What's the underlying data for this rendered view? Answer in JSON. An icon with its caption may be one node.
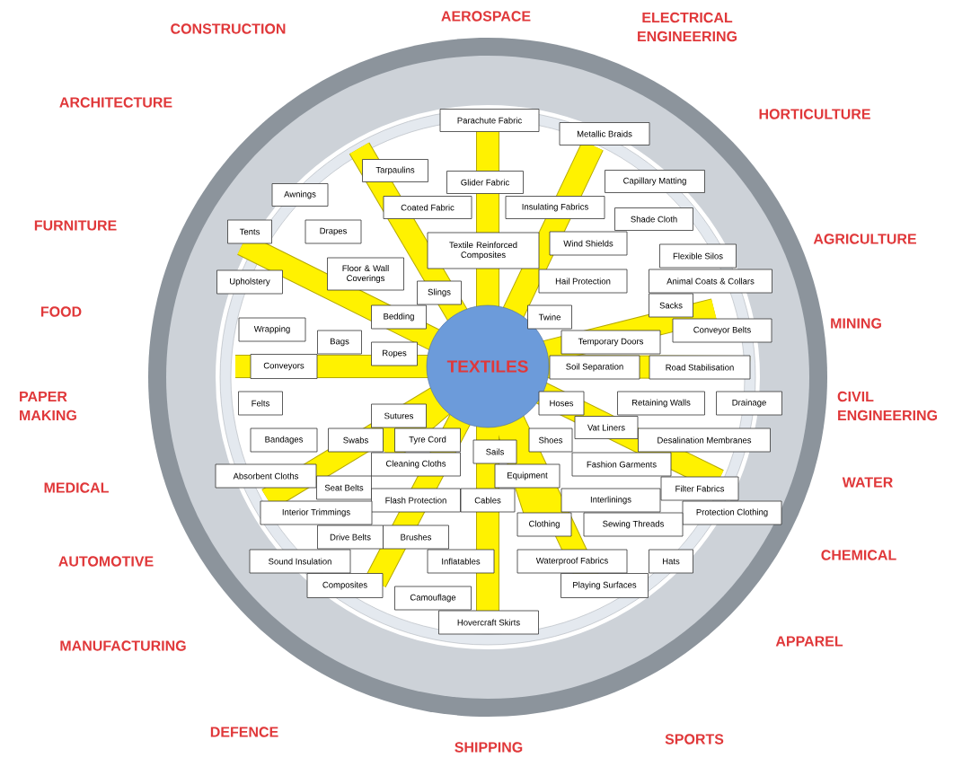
{
  "diagram": {
    "nodes": [
      {
        "text": [
          "TEXTILES"
        ]
      },
      {
        "text": [
          "Parachute Fabric"
        ]
      },
      {
        "text": [
          "Metallic Braids"
        ]
      },
      {
        "text": [
          "Tarpaulins"
        ]
      },
      {
        "text": [
          "Glider Fabric"
        ]
      },
      {
        "text": [
          "Capillary Matting"
        ]
      },
      {
        "text": [
          "Awnings"
        ]
      },
      {
        "text": [
          "Coated Fabric"
        ]
      },
      {
        "text": [
          "Insulating Fabrics"
        ]
      },
      {
        "text": [
          "Shade Cloth"
        ]
      },
      {
        "text": [
          "Tents"
        ]
      },
      {
        "text": [
          "Drapes"
        ]
      },
      {
        "text": [
          "Textile Reinforced Composites"
        ]
      },
      {
        "text": [
          "Wind Shields"
        ]
      },
      {
        "text": [
          "Flexible Silos"
        ]
      },
      {
        "text": [
          "Floor & Wall Coverings"
        ]
      },
      {
        "text": [
          "Upholstery"
        ]
      },
      {
        "text": [
          "Hail Protection"
        ]
      },
      {
        "text": [
          "Animal Coats & Collars"
        ]
      },
      {
        "text": [
          "Slings"
        ]
      },
      {
        "text": [
          "Sacks"
        ]
      },
      {
        "text": [
          "Bedding"
        ]
      },
      {
        "text": [
          "Wrapping"
        ]
      },
      {
        "text": [
          "Twine"
        ]
      },
      {
        "text": [
          "Conveyor Belts"
        ]
      },
      {
        "text": [
          "Bags"
        ]
      },
      {
        "text": [
          "Temporary Doors"
        ]
      },
      {
        "text": [
          "Ropes"
        ]
      },
      {
        "text": [
          "Conveyors"
        ]
      },
      {
        "text": [
          "Soil Separation"
        ]
      },
      {
        "text": [
          "Road Stabilisation"
        ]
      },
      {
        "text": [
          "Felts"
        ]
      },
      {
        "text": [
          "Hoses"
        ]
      },
      {
        "text": [
          "Retaining Walls"
        ]
      },
      {
        "text": [
          "Drainage"
        ]
      },
      {
        "text": [
          "Sutures"
        ]
      },
      {
        "text": [
          "Vat Liners"
        ]
      },
      {
        "text": [
          "Bandages"
        ]
      },
      {
        "text": [
          "Swabs"
        ]
      },
      {
        "text": [
          "Tyre Cord"
        ]
      },
      {
        "text": [
          "Shoes"
        ]
      },
      {
        "text": [
          "Desalination Membranes"
        ]
      },
      {
        "text": [
          "Sails"
        ]
      },
      {
        "text": [
          "Cleaning Cloths"
        ]
      },
      {
        "text": [
          "Fashion Garments"
        ]
      },
      {
        "text": [
          "Absorbent Cloths"
        ]
      },
      {
        "text": [
          "Seat Belts"
        ]
      },
      {
        "text": [
          "Equipment"
        ]
      },
      {
        "text": [
          "Filter Fabrics"
        ]
      },
      {
        "text": [
          "Flash Protection"
        ]
      },
      {
        "text": [
          "Cables"
        ]
      },
      {
        "text": [
          "Interlinings"
        ]
      },
      {
        "text": [
          "Interior Trimmings"
        ]
      },
      {
        "text": [
          "Protection Clothing"
        ]
      },
      {
        "text": [
          "Clothing"
        ]
      },
      {
        "text": [
          "Sewing Threads"
        ]
      },
      {
        "text": [
          "Drive Belts"
        ]
      },
      {
        "text": [
          "Brushes"
        ]
      },
      {
        "text": [
          "Sound Insulation"
        ]
      },
      {
        "text": [
          "Inflatables"
        ]
      },
      {
        "text": [
          "Waterproof Fabrics"
        ]
      },
      {
        "text": [
          "Hats"
        ]
      },
      {
        "text": [
          "Composites"
        ]
      },
      {
        "text": [
          "Playing Surfaces"
        ]
      },
      {
        "text": [
          "Camouflage"
        ]
      },
      {
        "text": [
          "Hovercraft Skirts"
        ]
      }
    ],
    "labels": [
      "AEROSPACE",
      "ELECTRICAL ENGINEERING",
      "CONSTRUCTION",
      "ARCHITECTURE",
      "HORTICULTURE",
      "FURNITURE",
      "AGRICULTURE",
      "FOOD",
      "MINING",
      "PAPER MAKING",
      "CIVIL ENGINEERING",
      "WATER",
      "MEDICAL",
      "CHEMICAL",
      "AUTOMOTIVE",
      "APPAREL",
      "MANUFACTURING",
      "DEFENCE",
      "SPORTS",
      "SHIPPING"
    ]
  }
}
